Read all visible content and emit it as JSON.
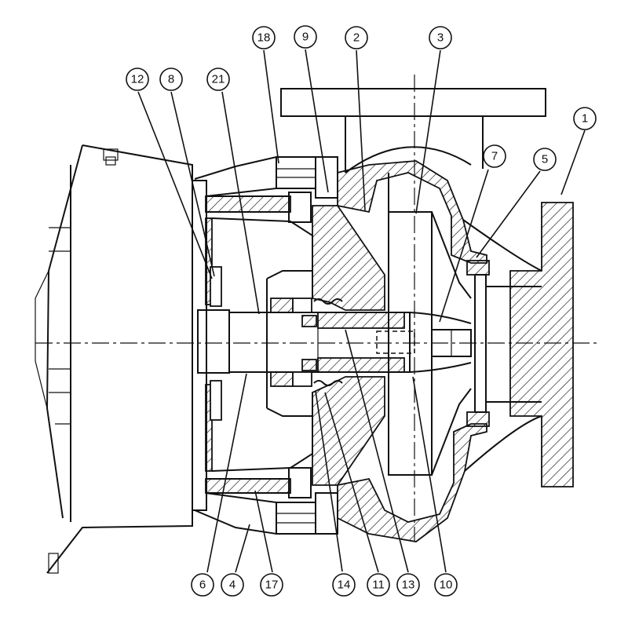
{
  "callouts": [
    {
      "id": "1",
      "label": "1"
    },
    {
      "id": "2",
      "label": "2"
    },
    {
      "id": "3",
      "label": "3"
    },
    {
      "id": "4",
      "label": "4"
    },
    {
      "id": "5",
      "label": "5"
    },
    {
      "id": "6",
      "label": "6"
    },
    {
      "id": "7",
      "label": "7"
    },
    {
      "id": "8",
      "label": "8"
    },
    {
      "id": "9",
      "label": "9"
    },
    {
      "id": "10",
      "label": "10"
    },
    {
      "id": "11",
      "label": "11"
    },
    {
      "id": "12",
      "label": "12"
    },
    {
      "id": "13",
      "label": "13"
    },
    {
      "id": "14",
      "label": "14",
      "highlighted": true
    },
    {
      "id": "17",
      "label": "17"
    },
    {
      "id": "18",
      "label": "18"
    },
    {
      "id": "21",
      "label": "21"
    }
  ],
  "colors": {
    "line": "#111111",
    "background": "#ffffff",
    "highlight": "#ffff33"
  }
}
